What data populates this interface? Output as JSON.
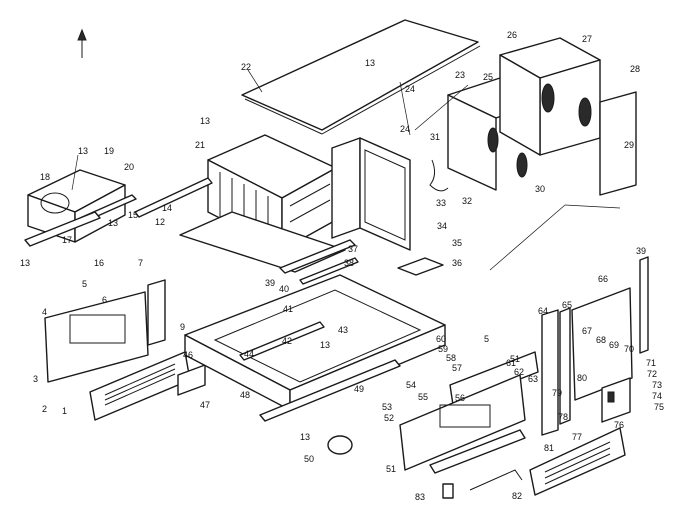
{
  "diagram": {
    "colors": {
      "ink": "#1a1a1a",
      "paper": "#ffffff"
    },
    "callouts": {
      "c1": "1",
      "c2": "2",
      "c3": "3",
      "c4": "4",
      "c5a": "5",
      "c5b": "5",
      "c6": "6",
      "c7": "7",
      "c9": "9",
      "c12": "12",
      "c13a": "13",
      "c13b": "13",
      "c13c": "13",
      "c13d": "13",
      "c13e": "13",
      "c13f": "13",
      "c13g": "13",
      "c14": "14",
      "c15": "15",
      "c16": "16",
      "c17": "17",
      "c18": "18",
      "c19": "19",
      "c20": "20",
      "c21": "21",
      "c22": "22",
      "c23": "23",
      "c24a": "24",
      "c24b": "24",
      "c25": "25",
      "c26": "26",
      "c27": "27",
      "c28": "28",
      "c29": "29",
      "c30": "30",
      "c31": "31",
      "c32": "32",
      "c33": "33",
      "c34": "34",
      "c35": "35",
      "c36": "36",
      "c37": "37",
      "c38": "38",
      "c39a": "39",
      "c39b": "39",
      "c40": "40",
      "c41": "41",
      "c42": "42",
      "c43": "43",
      "c44": "44",
      "c46": "46",
      "c47": "47",
      "c48": "48",
      "c49": "49",
      "c50": "50",
      "c51a": "51",
      "c51b": "51",
      "c52": "52",
      "c53": "53",
      "c54": "54",
      "c55": "55",
      "c56": "56",
      "c57": "57",
      "c58": "58",
      "c59": "59",
      "c60": "60",
      "c61": "61",
      "c62": "62",
      "c63": "63",
      "c64": "64",
      "c65": "65",
      "c66": "66",
      "c67": "67",
      "c68": "68",
      "c69": "69",
      "c70": "70",
      "c71": "71",
      "c72": "72",
      "c73": "73",
      "c74": "74",
      "c75": "75",
      "c76": "76",
      "c77": "77",
      "c78": "78",
      "c79": "79",
      "c80": "80",
      "c81": "81",
      "c82": "82",
      "c83": "83"
    }
  }
}
